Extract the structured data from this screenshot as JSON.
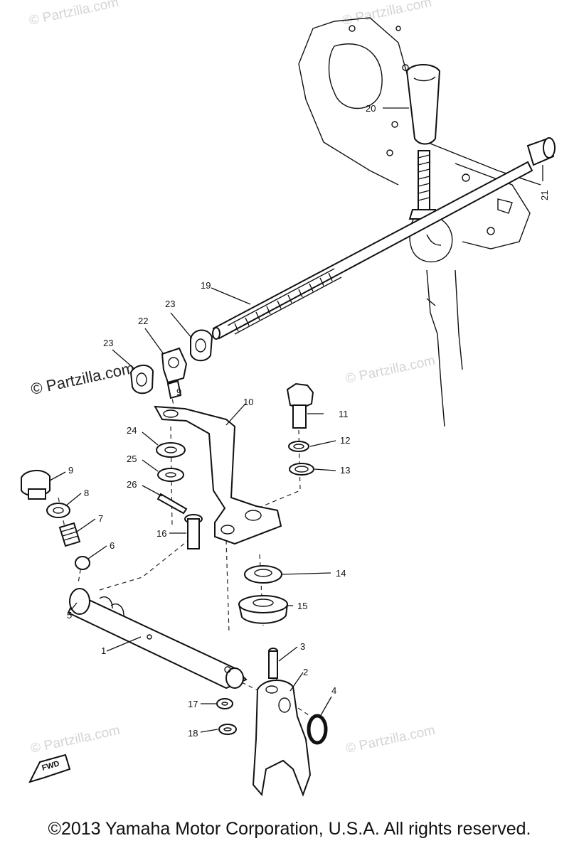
{
  "watermarks": {
    "partzilla": "© Partzilla.com"
  },
  "callouts": {
    "c1": "1",
    "c2": "2",
    "c3": "3",
    "c4": "4",
    "c5": "5",
    "c6": "6",
    "c7": "7",
    "c8": "8",
    "c9a": "9",
    "c9b": "9",
    "c10": "10",
    "c11": "11",
    "c12": "12",
    "c13": "13",
    "c14": "14",
    "c15": "15",
    "c16": "16",
    "c17": "17",
    "c18": "18",
    "c19": "19",
    "c20": "20",
    "c21": "21",
    "c22": "22",
    "c23a": "23",
    "c23b": "23",
    "c24": "24",
    "c25": "25",
    "c26": "26"
  },
  "fwd_arrow": "FWD",
  "copyright": "©2013 Yamaha Motor Corporation, U.S.A. All rights reserved."
}
